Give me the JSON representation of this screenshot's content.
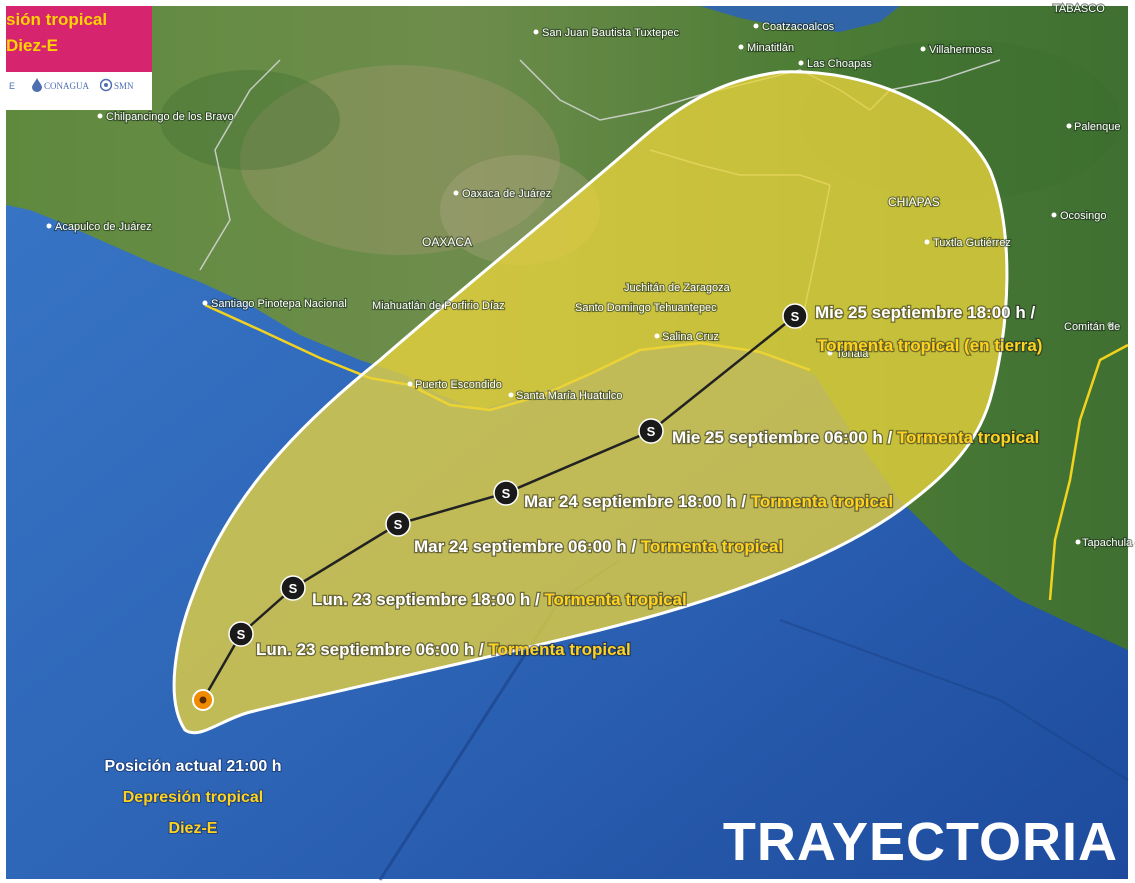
{
  "banner": {
    "line1": "sión tropical",
    "line2": "Diez-E",
    "logo_conagua": "CONAGUA",
    "logo_smn": "SMN",
    "logo_left": "E"
  },
  "title": "TRAYECTORIA",
  "places": [
    "San Juan Bautista Tuxtepec",
    "Coatzacoalcos",
    "Minatitlán",
    "Las Choapas",
    "Villahermosa",
    "TABASCO",
    "Palenque",
    "Chilpancingo de los Bravo",
    "Oaxaca de Juárez",
    "OAXACA",
    "Acapulco de Juárez",
    "CHIAPAS",
    "Ocosingo",
    "Tuxtla Gutiérrez",
    "Juchitán de Zaragoza",
    "Santo Domingo Tehuantepec",
    "Salina Cruz",
    "Santiago Pinotepa Nacional",
    "Miahuatlán de Porfirio Díaz",
    "Puerto Escondido",
    "Santa María Huatulco",
    "Comitán de",
    "Tonalá",
    "Tapachula de"
  ],
  "track": [
    {
      "date": "Lun. 23 septiembre 06:00 h",
      "sep": " / ",
      "status": "Tormenta tropical"
    },
    {
      "date": "Lun. 23 septiembre 18:00 h",
      "sep": " / ",
      "status": "Tormenta tropical"
    },
    {
      "date": "Mar 24 septiembre 06:00 h",
      "sep": " / ",
      "status": "Tormenta tropical"
    },
    {
      "date": "Mar 24 septiembre 18:00 h",
      "sep": " / ",
      "status": "Tormenta tropical"
    },
    {
      "date": "Mie 25 septiembre 06:00 h",
      "sep": " / ",
      "status": "Tormenta tropical"
    },
    {
      "date": "Mie 25 septiembre 18:00 h",
      "sep": " /",
      "status": "Tormenta tropical (en tierra)"
    }
  ],
  "storm_symbol": "S",
  "current": {
    "line1": "Posición actual 21:00 h",
    "line2": "Depresión tropical",
    "line3": "Diez-E"
  },
  "colors": {
    "ocean": "#2f63b8",
    "deep_ocean": "#1f4a9a",
    "land": "#4d7a3a",
    "cone_fill": "#e6d23a",
    "cone_border": "#ffffff",
    "status_text": "#ffd21f",
    "date_text": "#ffffff",
    "banner": "#d6246e",
    "banner_text": "#ffd400",
    "current_marker": "#f08a00"
  }
}
